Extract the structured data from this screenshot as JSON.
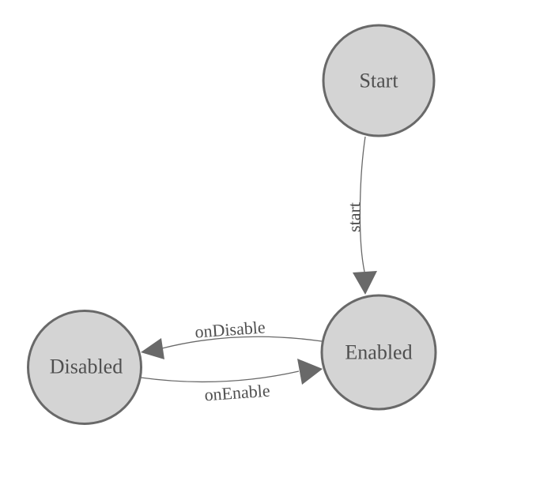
{
  "diagram": {
    "kind": "state-machine",
    "background": "#ffffff",
    "colors": {
      "node_fill": "#d4d4d4",
      "node_border": "#696969",
      "edge": "#696969",
      "arrow": "#696969",
      "label": "#4f4f4f"
    },
    "nodes": [
      {
        "id": "start",
        "label": "Start"
      },
      {
        "id": "enabled",
        "label": "Enabled"
      },
      {
        "id": "disabled",
        "label": "Disabled"
      }
    ],
    "edges": [
      {
        "from": "Start",
        "to": "Enabled",
        "label": "start"
      },
      {
        "from": "Enabled",
        "to": "Disabled",
        "label": "onDisable"
      },
      {
        "from": "Disabled",
        "to": "Enabled",
        "label": "onEnable"
      }
    ]
  }
}
